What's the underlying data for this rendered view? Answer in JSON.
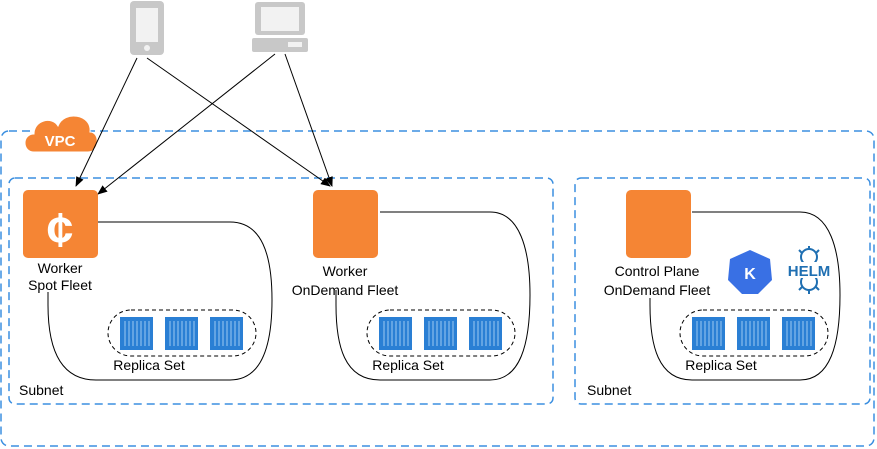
{
  "diagram": {
    "vpc_label": "VPC",
    "subnets": [
      {
        "label": "Subnet"
      },
      {
        "label": "Subnet"
      }
    ],
    "nodes": {
      "spot": {
        "line1": "Worker",
        "line2": "Spot Fleet",
        "icon": "cent-sign-icon"
      },
      "ondemand": {
        "line1": "Worker",
        "line2": "OnDemand Fleet"
      },
      "control": {
        "line1": "Control Plane",
        "line2": "OnDemand Fleet"
      }
    },
    "replica_label": "Replica Set",
    "helm_label": "HELM",
    "kubernetes_badge": "K",
    "colors": {
      "aws_orange": "#f58534",
      "vpc_dash": "#3b8fe0",
      "container_blue": "#2a7fd4",
      "kube_blue": "#3970e4",
      "helm_blue": "#1f6fb2",
      "device_gray": "#c8c8c8"
    },
    "clients": [
      "mobile-device-icon",
      "laptop-icon"
    ]
  }
}
